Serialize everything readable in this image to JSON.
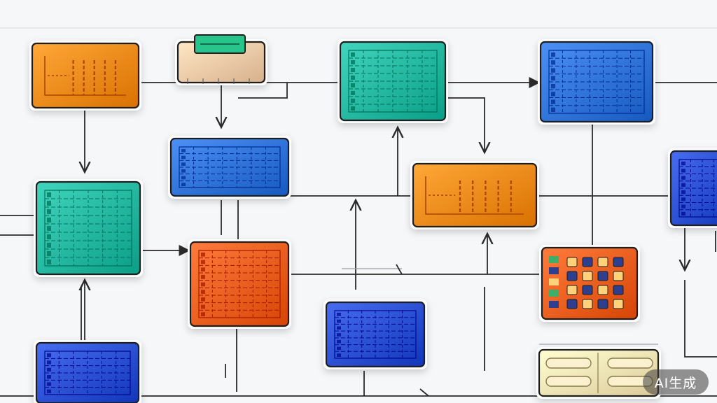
{
  "colors": {
    "orange": "#f28a1a",
    "orange_red": "#ef5e1e",
    "teal": "#23b7a0",
    "blue": "#2f72d8",
    "royal_blue": "#2b4fd3",
    "mint_green": "#27c48b",
    "peach": "#f0c9a6",
    "cream": "#f5e4b4",
    "line": "#2a2a2a"
  },
  "diagram": {
    "node_count": 13,
    "nodes": [
      {
        "id": "orange-1",
        "color": "orange",
        "pattern": "bars"
      },
      {
        "id": "label-1",
        "color": "peach",
        "pattern": "label-header"
      },
      {
        "id": "teal-1",
        "color": "teal",
        "pattern": "grid"
      },
      {
        "id": "blue-1",
        "color": "blue",
        "pattern": "grid"
      },
      {
        "id": "blue-2",
        "color": "blue",
        "pattern": "grid"
      },
      {
        "id": "orange-2",
        "color": "orange",
        "pattern": "bars"
      },
      {
        "id": "royal-1",
        "color": "royal_blue",
        "pattern": "grid"
      },
      {
        "id": "teal-2",
        "color": "teal",
        "pattern": "grid"
      },
      {
        "id": "orange-3",
        "color": "orange_red",
        "pattern": "grid"
      },
      {
        "id": "blue-3",
        "color": "royal_blue",
        "pattern": "grid"
      },
      {
        "id": "orange-4",
        "color": "orange_red",
        "pattern": "tiles"
      },
      {
        "id": "royal-2",
        "color": "royal_blue",
        "pattern": "grid"
      },
      {
        "id": "cream-1",
        "color": "cream",
        "pattern": "pills"
      }
    ]
  },
  "watermark": {
    "text": "AI生成"
  }
}
